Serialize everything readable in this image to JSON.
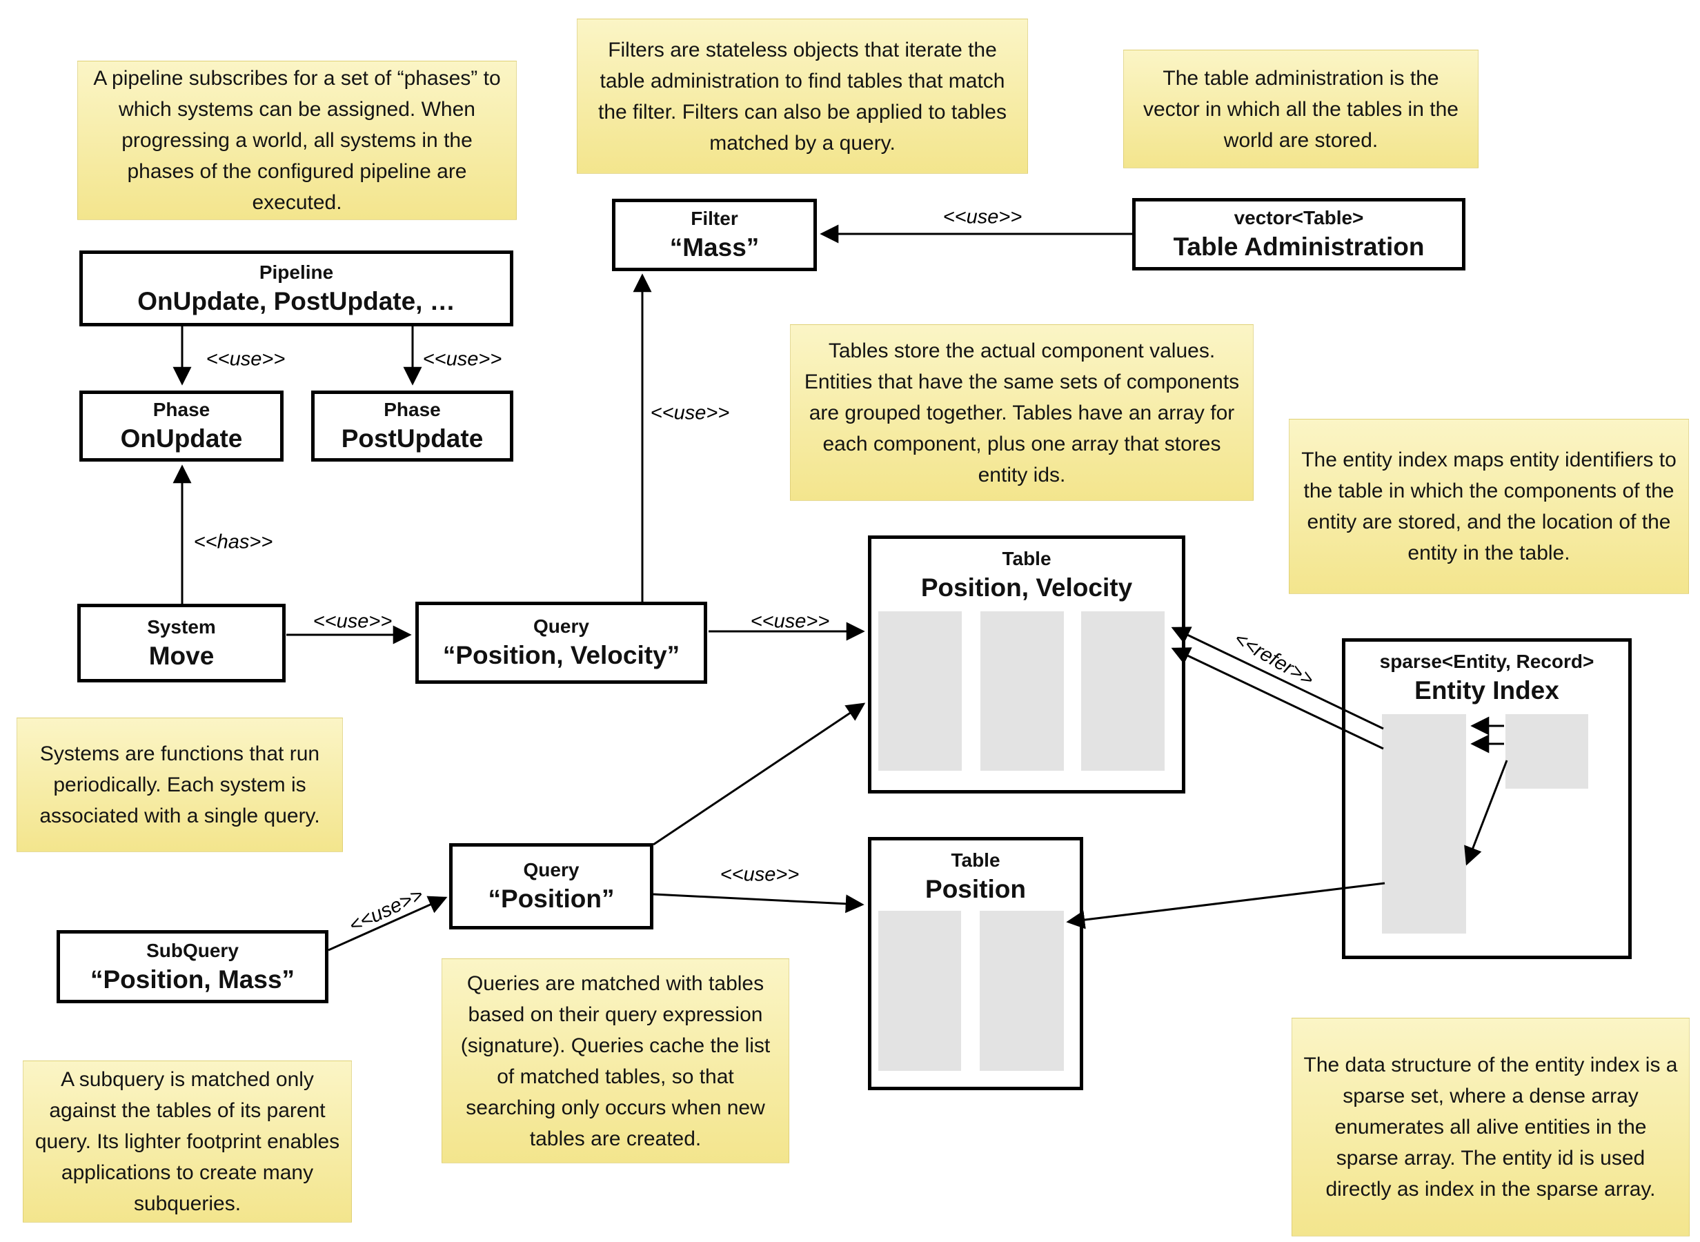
{
  "nodes": {
    "pipeline": {
      "stereotype": "Pipeline",
      "name": "OnUpdate, PostUpdate, …"
    },
    "phase_onupdate": {
      "stereotype": "Phase",
      "name": "OnUpdate"
    },
    "phase_postupdate": {
      "stereotype": "Phase",
      "name": "PostUpdate"
    },
    "filter_mass": {
      "stereotype": "Filter",
      "name": "“Mass”"
    },
    "table_administration": {
      "stereotype": "vector<Table>",
      "name": "Table Administration"
    },
    "system_move": {
      "stereotype": "System",
      "name": "Move"
    },
    "query_position_velocity": {
      "stereotype": "Query",
      "name": "“Position, Velocity”"
    },
    "query_position": {
      "stereotype": "Query",
      "name": "“Position”"
    },
    "subquery_position_mass": {
      "stereotype": "SubQuery",
      "name": "“Position, Mass”"
    },
    "table_position_velocity": {
      "stereotype": "Table",
      "name": "Position, Velocity"
    },
    "table_position": {
      "stereotype": "Table",
      "name": "Position"
    },
    "entity_index": {
      "stereotype": "sparse<Entity, Record>",
      "name": "Entity Index"
    }
  },
  "labels": {
    "use": "<<use>>",
    "has": "<<has>>",
    "refer": "<<refer>>"
  },
  "notes": {
    "pipeline": "A pipeline subscribes for a set of “phases” to which systems can be assigned. When progressing a world, all systems in the phases of the configured pipeline are executed.",
    "filters": "Filters are stateless objects that iterate the table administration to find tables that match the filter. Filters can also be applied to tables matched by a query.",
    "table_admin": "The table administration is the vector in which all the tables in the world are stored.",
    "tables": "Tables store the actual component values. Entities that have the same sets of components are grouped together. Tables have an array for each component, plus one array that stores entity ids.",
    "entity_index": "The entity index maps entity identifiers to the table in which the components of the entity are stored, and the location of the entity in the table.",
    "systems": "Systems are functions that run periodically. Each system is associated with a single query.",
    "subquery": "A subquery is matched only against the tables of its parent query. Its lighter footprint enables applications to create many subqueries.",
    "queries": "Queries are matched with tables based on their query expression (signature). Queries cache the list of matched tables, so that searching only occurs when new tables are created.",
    "sparse_set": "The data structure of the entity index is a sparse set, where a dense array enumerates all alive entities in the sparse array. The entity id is used directly as index in the sparse array."
  },
  "colors": {
    "note_top": "#fbf5c6",
    "note_bottom": "#f3e58d",
    "line": "#000000",
    "array_fill": "#e3e3e3",
    "box_bg": "#ffffff",
    "box_border": "#000000"
  }
}
